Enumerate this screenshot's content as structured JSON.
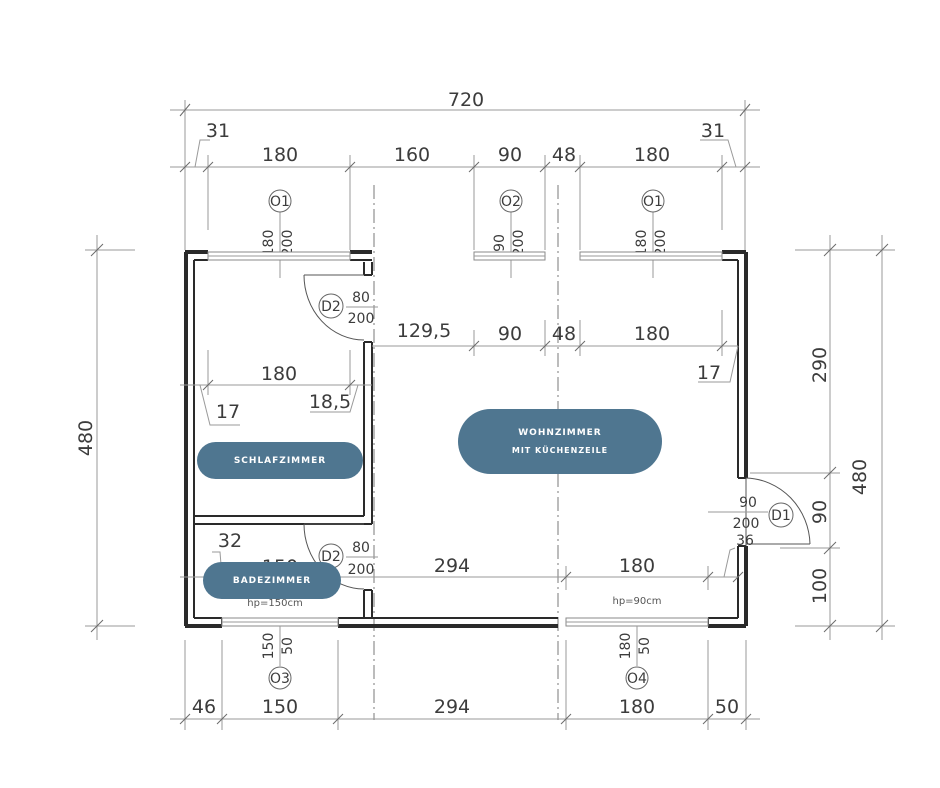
{
  "dimensions": {
    "overall_width": "720",
    "overall_height": "480",
    "top_offsets": [
      "31",
      "31"
    ],
    "top_segments": [
      "180",
      "160",
      "90",
      "48",
      "180"
    ],
    "inner_top_segments": [
      "129,5",
      "90",
      "48",
      "180"
    ],
    "right_offset_17": "17",
    "bedroom_width": "180",
    "bedroom_side_17": "17",
    "bedroom_side_185": "18,5",
    "bath_side_32": "32",
    "bath_width": "150",
    "living_lower": [
      "294",
      "180"
    ],
    "right_segments": [
      "290",
      "90",
      "100"
    ],
    "right_overall": "480",
    "door_offset_36": "36",
    "bottom_segments": [
      "46",
      "150",
      "294",
      "180",
      "50"
    ],
    "sill_heights": [
      "hp=150cm",
      "hp=90cm"
    ]
  },
  "openings": {
    "o1_left": {
      "tag": "O1",
      "w": "180",
      "h": "200"
    },
    "o2": {
      "tag": "O2",
      "w": "90",
      "h": "200"
    },
    "o1_right": {
      "tag": "O1",
      "w": "180",
      "h": "200"
    },
    "d2_top": {
      "tag": "D2",
      "w": "80",
      "h": "200"
    },
    "d2_bottom": {
      "tag": "D2",
      "w": "80",
      "h": "200"
    },
    "d1": {
      "tag": "D1",
      "w": "90",
      "h": "200"
    },
    "o3": {
      "tag": "O3",
      "w": "150",
      "h": "50"
    },
    "o4": {
      "tag": "O4",
      "w": "180",
      "h": "50"
    }
  },
  "rooms": {
    "living": {
      "name": "WOHNZIMMER",
      "sub": "MIT KÜCHENZEILE"
    },
    "bedroom": {
      "name": "SCHLAFZIMMER"
    },
    "bathroom": {
      "name": "BADEZIMMER"
    }
  },
  "colors": {
    "label_bg": "#4f7690",
    "label_text": "#ffffff",
    "walls": "#2a2a2a"
  }
}
